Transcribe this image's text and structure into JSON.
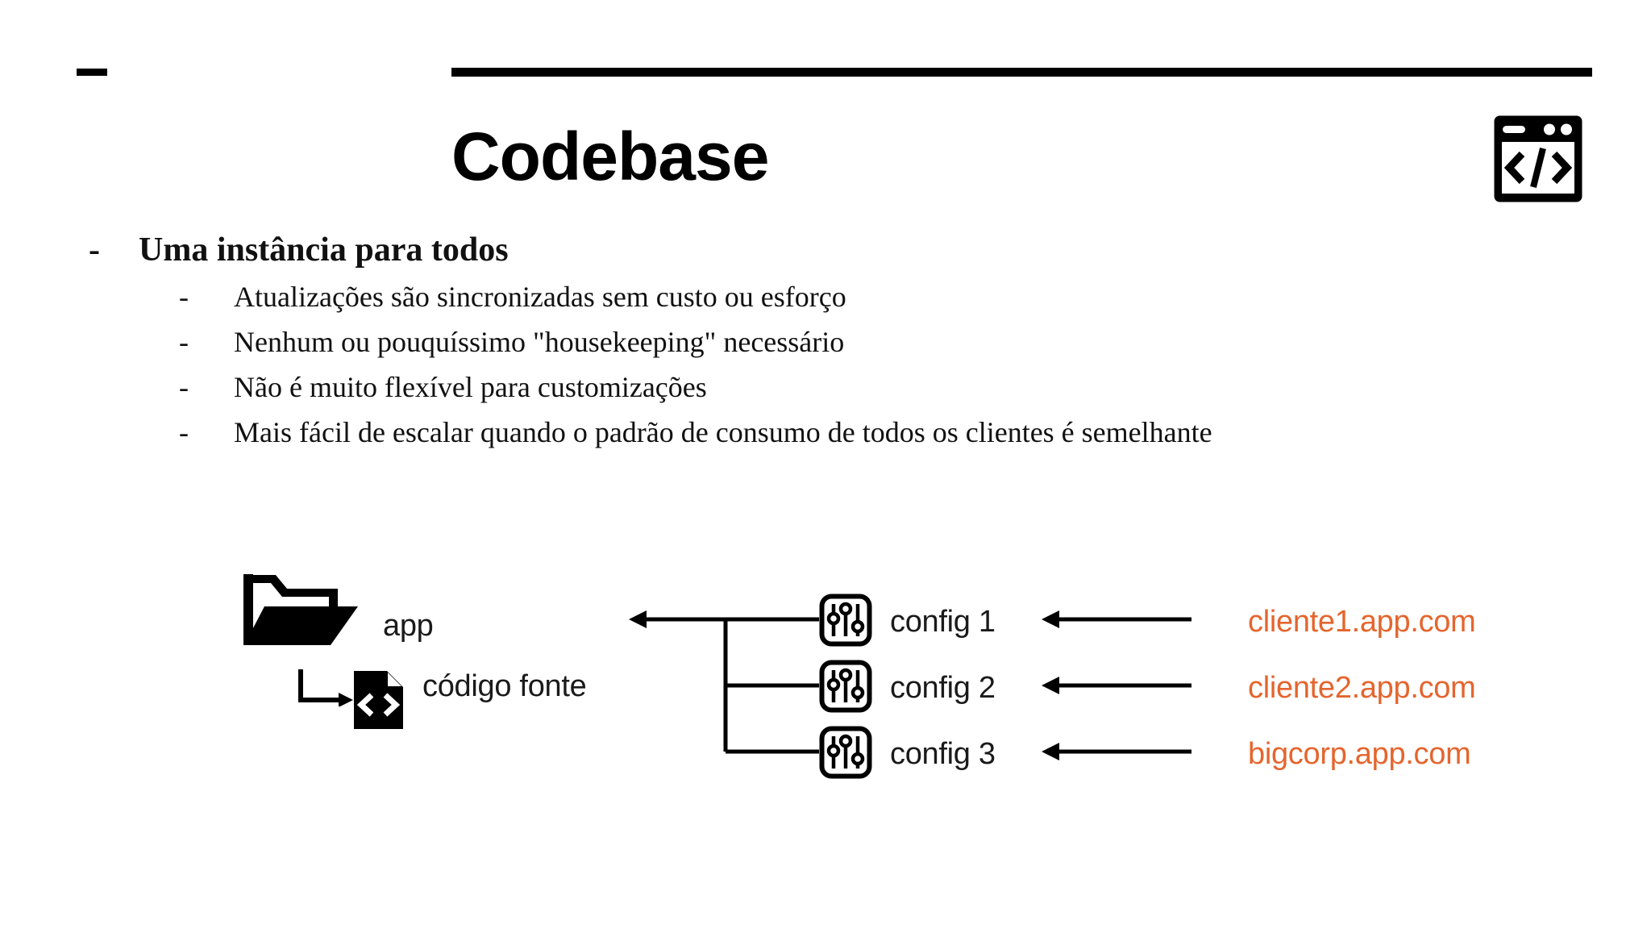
{
  "slide": {
    "title": "Codebase",
    "header_icon": "code-window-icon",
    "accent_color": "#E5652E",
    "text_color": "#111111"
  },
  "bullets": {
    "main": {
      "dash": "-",
      "text": "Uma instância para todos"
    },
    "sub_dash": "-",
    "sub_items": [
      "Atualizações são sincronizadas sem custo ou esforço",
      "Nenhum ou pouquíssimo \"housekeeping\" necessário",
      "Não é muito flexível para customizações",
      "Mais fácil de escalar quando o padrão de consumo de todos os clientes é semelhante"
    ]
  },
  "diagram": {
    "app": {
      "icon": "open-folder-icon",
      "label": "app"
    },
    "source": {
      "icon": "code-file-icon",
      "label": "código fonte"
    },
    "configs": [
      {
        "icon": "sliders-icon",
        "label": "config 1"
      },
      {
        "icon": "sliders-icon",
        "label": "config 2"
      },
      {
        "icon": "sliders-icon",
        "label": "config 3"
      }
    ],
    "clients": [
      "cliente1.app.com",
      "cliente2.app.com",
      "bigcorp.app.com"
    ]
  }
}
